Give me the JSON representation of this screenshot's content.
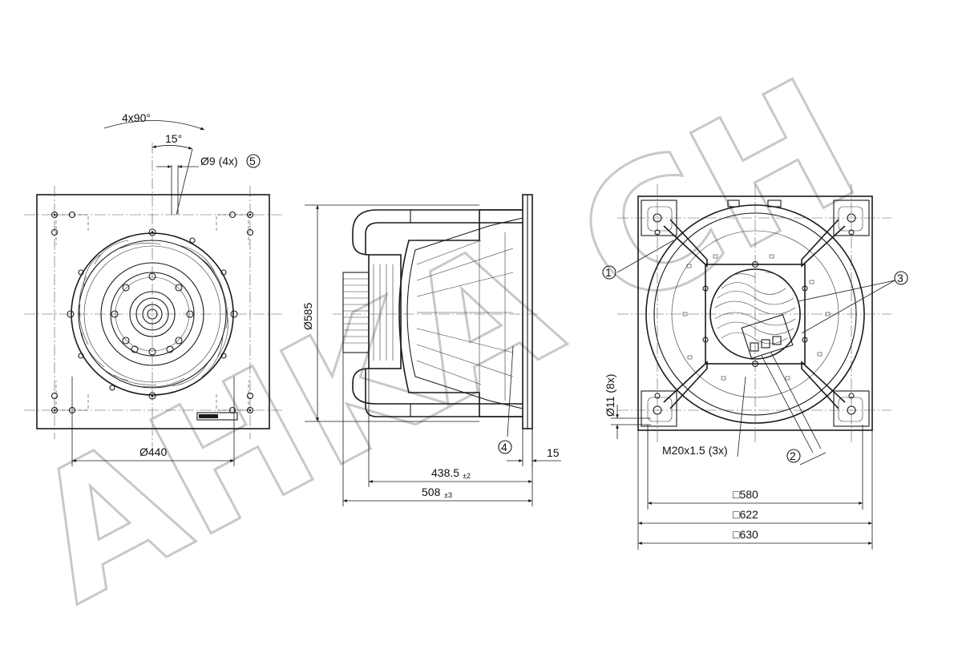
{
  "watermark": "AHKA CH",
  "front_view": {
    "angle_pattern": "4x90°",
    "angle_offset": "15°",
    "hole_label": "Ø9 (4x)",
    "hole_callout": "5",
    "diameter": "Ø440"
  },
  "side_view": {
    "diameter": "Ø585",
    "depth_main": "438.5",
    "depth_main_tol": "±2",
    "depth_total": "508",
    "depth_total_tol": "±3",
    "flange": "15",
    "callout": "4"
  },
  "rear_view": {
    "mount_holes": "Ø11 (8x)",
    "cable_glands": "M20x1.5 (3x)",
    "callout_1": "1",
    "callout_2": "2",
    "callout_3": "3",
    "square_580": "□580",
    "square_622": "□622",
    "square_630": "□630"
  }
}
